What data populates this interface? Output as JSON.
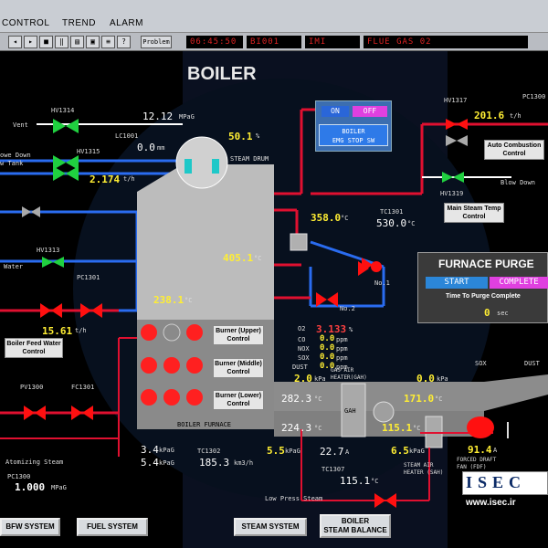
{
  "menu": {
    "control": "CONTROL",
    "trend": "TREND",
    "alarm": "ALARM"
  },
  "toolbar": {
    "button_label": "Problem"
  },
  "status": {
    "time": "06:45:50",
    "id": "BI001",
    "flag": "IMI",
    "message": "FLUE GAS  02"
  },
  "title": "BOILER",
  "left": {
    "vent": "Vent",
    "hv1314": "HV1314",
    "hv1315": "HV1315",
    "blowdown_tank": "owe Down\nw Tank",
    "steam_flow_value": "2.174",
    "steam_flow_unit": "t/h",
    "hv1313": "HV1313",
    "pc1301": "PC1301",
    "water_label": "Water",
    "feed_flow_value": "15.61",
    "feed_flow_unit": "t/h",
    "feed_control": "Boiler Feed Water\nControl",
    "pv1300": "PV1300",
    "fc1301": "FC1301",
    "atomizing": "Atomizing Steam",
    "pc1300": "PC1300",
    "pressure_value": "1.000",
    "pressure_unit": "MPaG"
  },
  "drum": {
    "pressure_value": "12.12",
    "pressure_unit": "MPaG",
    "lc1001": "LC1001",
    "level_value": "0.0",
    "level_unit": "mm",
    "pct_value": "50.1",
    "pct_unit": "%",
    "steam_drum": "STEAM DRUM"
  },
  "furnace": {
    "t1_value": "405.1",
    "t1_unit": "°C",
    "t2_value": "238.1",
    "t2_unit": "°C",
    "label": "BOILER FURNACE",
    "burner_upper": "Burner (Upper)\nControl",
    "burner_middle": "Burner (Middle)\nControl",
    "burner_lower": "Burner (Lower)\nControl",
    "fuel_a_value": "3.4",
    "fuel_b_value": "5.4",
    "fuel_unit": "kPaG",
    "tc1302": "TC1302",
    "flow_value": "185.3",
    "flow_unit": "km3/h"
  },
  "onoff": {
    "on": "ON",
    "off": "OFF",
    "emg": "BOILER\nEMG STOP SW"
  },
  "right": {
    "hv1317": "HV1317",
    "pc1300": "PC1300",
    "flow_value": "201.6",
    "flow_unit": "t/h",
    "combustion": "Auto Combustion\nControl",
    "blowdown": "Blow Down",
    "hv1319": "HV1319",
    "steam_temp": "Main Steam Temp\nControl",
    "tc1301": "TC1301",
    "t358_value": "358.0",
    "t530_value": "530.0",
    "t_unit": "°C",
    "no1": "No.1",
    "no2": "No.2"
  },
  "purge": {
    "title": "FURNACE PURGE",
    "start": "START",
    "complete": "COMPLETE",
    "time_label": "Time To Purge Complete",
    "time_value": "0",
    "time_unit": "sec"
  },
  "gas": {
    "o2": "O2",
    "co": "CO",
    "nox": "NOX",
    "sox": "SOX",
    "dust": "DUST",
    "o2_value": "3.133",
    "o2_unit": "%",
    "co_value": "0.0",
    "nox_value": "0.0",
    "sox_value": "0.0",
    "dust_value": "0.0",
    "ppm_unit": "ppm",
    "gas_air": "GAS AIR\nHEATER(GAH)",
    "p1_value": "2.0",
    "p2_value": "0.0",
    "kpa_unit": "kPa",
    "gah": "GAH",
    "sox_tag": "SOX",
    "dust_tag": "DUST",
    "t282_value": "282.3",
    "t224_value": "224.3",
    "t171_value": "171.0",
    "t115_value": "115.1",
    "deg_unit": "°C"
  },
  "bottom": {
    "p55_value": "5.5",
    "p55_unit": "kPaG",
    "a227_value": "22.7",
    "a227_unit": "A",
    "p65_value": "6.5",
    "p65_unit": "kPaG",
    "tc1307": "TC1307",
    "t1151_value": "115.1",
    "t_unit": "°C",
    "steam_heater": "STEAM AIR\nHEATER (SAH)",
    "fan_value": "91.4",
    "fan_unit": "A",
    "fan_label": "FORCED DRAFT\nFAN (FDF)",
    "low_press": "Low Press Steam"
  },
  "buttons": {
    "bfw": "BFW SYSTEM",
    "fuel": "FUEL SYSTEM",
    "steam": "STEAM SYSTEM",
    "balance": "BOILER\nSTEAM BALANCE"
  },
  "watermark": {
    "logo": "ISEC",
    "url": "www.isec.ir"
  },
  "colors": {
    "pipe_blue": "#2a6cf0",
    "pipe_red": "#e01030",
    "valve_red": "#ff1010",
    "valve_green": "#20d040",
    "panel": "#3c6eb0"
  }
}
